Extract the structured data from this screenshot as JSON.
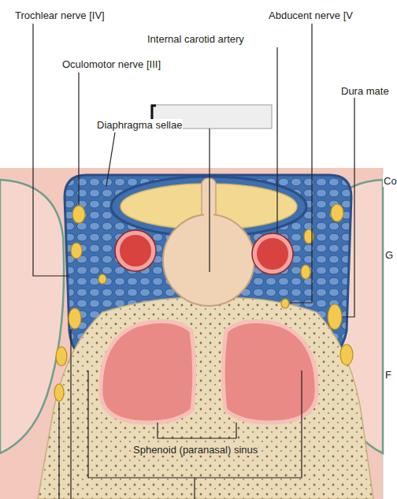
{
  "diagram": {
    "labels": [
      "Trochlear nerve [IV]",
      "Abducent nerve [V",
      "Internal carotid artery",
      "Oculomotor nerve [III]",
      "Dura mate",
      "Diaphragma sellae",
      "Co",
      "G",
      "F",
      "Sphenoid (paranasal) sinus"
    ]
  }
}
